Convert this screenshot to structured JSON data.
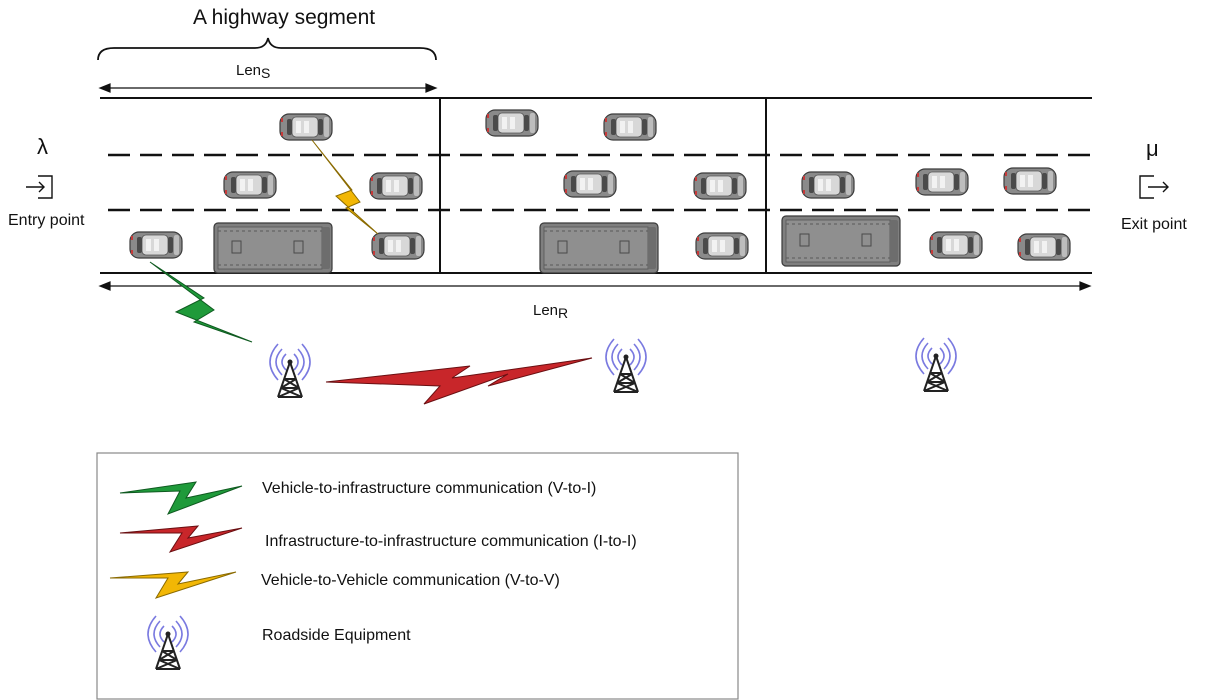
{
  "diagram": {
    "segment_title": "A highway segment",
    "len_s": {
      "base": "Len",
      "sub": "S"
    },
    "len_r": {
      "base": "Len",
      "sub": "R"
    },
    "arrival_rate": "λ",
    "service_rate": "μ",
    "entry_label": "Entry point",
    "exit_label": "Exit point",
    "entry_icon": "enter-icon",
    "exit_icon": "exit-icon"
  },
  "legend": {
    "items": [
      {
        "icon": "green-lightning-icon",
        "color": "#1f9a3a",
        "label": "Vehicle-to-infrastructure communication (V-to-I)"
      },
      {
        "icon": "red-lightning-icon",
        "color": "#c8262a",
        "label": "Infrastructure-to-infrastructure communication (I-to-I)"
      },
      {
        "icon": "yellow-lightning-icon",
        "color": "#f2b705",
        "label": "Vehicle-to-Vehicle communication (V-to-V)"
      },
      {
        "icon": "roadside-antenna-icon",
        "color": "#6666dd",
        "label": "Roadside Equipment"
      }
    ]
  }
}
